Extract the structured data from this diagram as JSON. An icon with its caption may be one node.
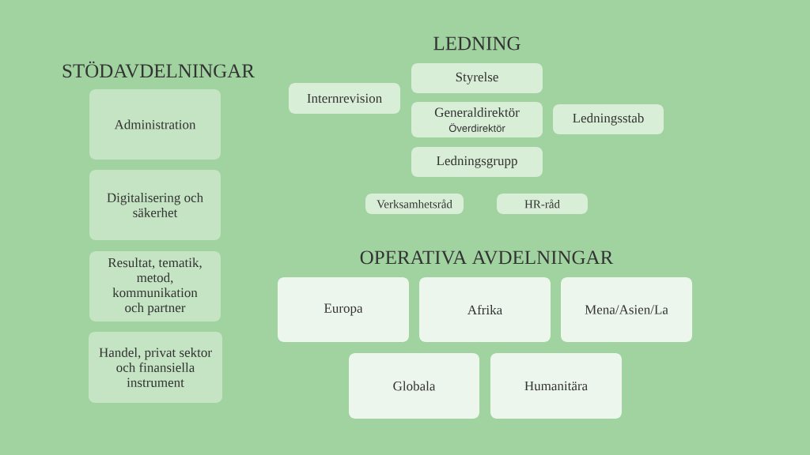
{
  "diagram": {
    "nodes": [
      {
        "text": [
          "Administration"
        ]
      },
      {
        "text": [
          "Digitalisering och säkerhet"
        ]
      },
      {
        "text": [
          "Resultat, tematik, metod, kommunikation och partner"
        ]
      },
      {
        "text": [
          "Handel, privat sektor och finansiella instrument"
        ]
      },
      {
        "text": [
          "Styrelse"
        ]
      },
      {
        "text": [
          "Internrevision"
        ]
      },
      {
        "text": [
          "Generaldirektör",
          "Överdirektör"
        ]
      },
      {
        "text": [
          "Ledningsstab"
        ]
      },
      {
        "text": [
          "Ledningsgrupp"
        ]
      },
      {
        "text": [
          "Verksamhetsråd"
        ]
      },
      {
        "text": [
          "HR-råd"
        ]
      },
      {
        "text": [
          "Europa"
        ]
      },
      {
        "text": [
          "Afrika"
        ]
      },
      {
        "text": [
          "Mena/Asien/La"
        ]
      },
      {
        "text": [
          "Globala"
        ]
      },
      {
        "text": [
          "Humanitära"
        ]
      }
    ],
    "labels": [
      "LEDNING",
      "STÖDAVDELNINGAR",
      "OPERATIVA AVDELNINGAR"
    ]
  }
}
